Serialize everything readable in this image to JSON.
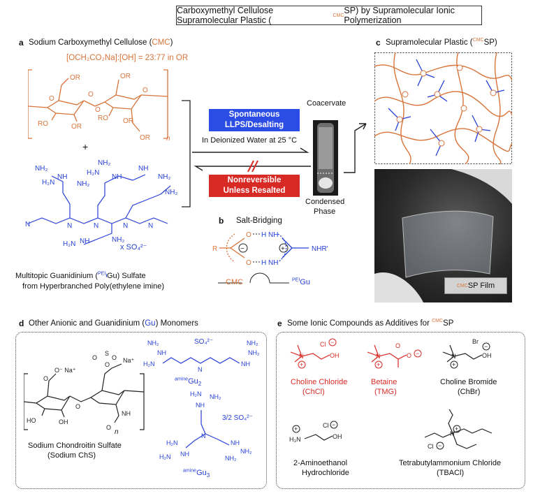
{
  "title": {
    "prefix": "Carboxymethyl Cellulose Supramolecular Plastic (",
    "sup": "CMC",
    "suffix": "SP) by Supramolecular Ionic Polymerization"
  },
  "panel_a": {
    "letter": "a",
    "cmc_heading": "Sodium Carboxymethyl Cellulose (",
    "cmc_abbr": "CMC",
    "cmc_close": ")",
    "ratio": "[OCH₂CO₂Na]:[OH] = 23:77 in OR",
    "plus": "+",
    "counterion": "x SO₄²⁻",
    "gu_caption_line1_prefix": "Multitopic Guanidinium (",
    "gu_caption_sup": "PEI",
    "gu_caption_line1_suffix": "Gu) Sulfate",
    "gu_caption_line2": "from Hyperbranched Poly(ethylene imine)",
    "subscript_n": "n"
  },
  "process": {
    "spont_line1": "Spontaneous",
    "spont_line2": "LLPS/Desalting",
    "condition": "In Deionized Water at 25 °C",
    "nonrev_line1": "Nonreversible",
    "nonrev_line2": "Unless Resalted",
    "coacervate": "Coacervate",
    "condensed_line1": "Condensed",
    "condensed_line2": "Phase"
  },
  "panel_b": {
    "letter": "b",
    "heading": "Salt-Bridging",
    "cmc_label": "CMC",
    "gu_sup": "PEI",
    "gu_label": "Gu",
    "r_label": "R",
    "nhr_label": "NHR'"
  },
  "panel_c": {
    "letter": "c",
    "heading_prefix": "Supramolecular Plastic (",
    "heading_sup": "CMC",
    "heading_suffix": "SP)",
    "film_sup": "CMC",
    "film_label": "SP Film"
  },
  "panel_d": {
    "letter": "d",
    "heading_prefix": "Other Anionic and Guanidinium (",
    "heading_abbr": "Gu",
    "heading_suffix": ") Monomers",
    "chs_line1": "Sodium Chondroitin Sulfate",
    "chs_line2": "(Sodium ChS)",
    "gu2_sup": "amine",
    "gu2_label": "Gu",
    "gu2_sub": "2",
    "gu3_sup": "amine",
    "gu3_label": "Gu",
    "gu3_sub": "3",
    "so4_gu2": "SO₄²⁻",
    "so4_gu3": "3/2 SO₄²⁻",
    "subscript_n": "n"
  },
  "panel_e": {
    "letter": "e",
    "heading_prefix": "Some Ionic Compounds as Additives for ",
    "heading_sup": "CMC",
    "heading_suffix": "SP",
    "compounds": [
      {
        "name": "Choline Chloride",
        "abbr": "(ChCl)",
        "color": "#d82a25"
      },
      {
        "name": "Betaine",
        "abbr": "(TMG)",
        "color": "#d82a25"
      },
      {
        "name": "Choline Bromide",
        "abbr": "(ChBr)",
        "color": "#111111"
      },
      {
        "name": "2-Aminoethanol",
        "abbr": "Hydrochloride",
        "color": "#111111"
      },
      {
        "name": "Tetrabutylammonium Chloride",
        "abbr": "(TBACl)",
        "color": "#111111"
      }
    ]
  },
  "colors": {
    "cmc": "#d8743a",
    "gu": "#2740d6",
    "red": "#d82a25",
    "blue_button": "#2c4ce6"
  }
}
